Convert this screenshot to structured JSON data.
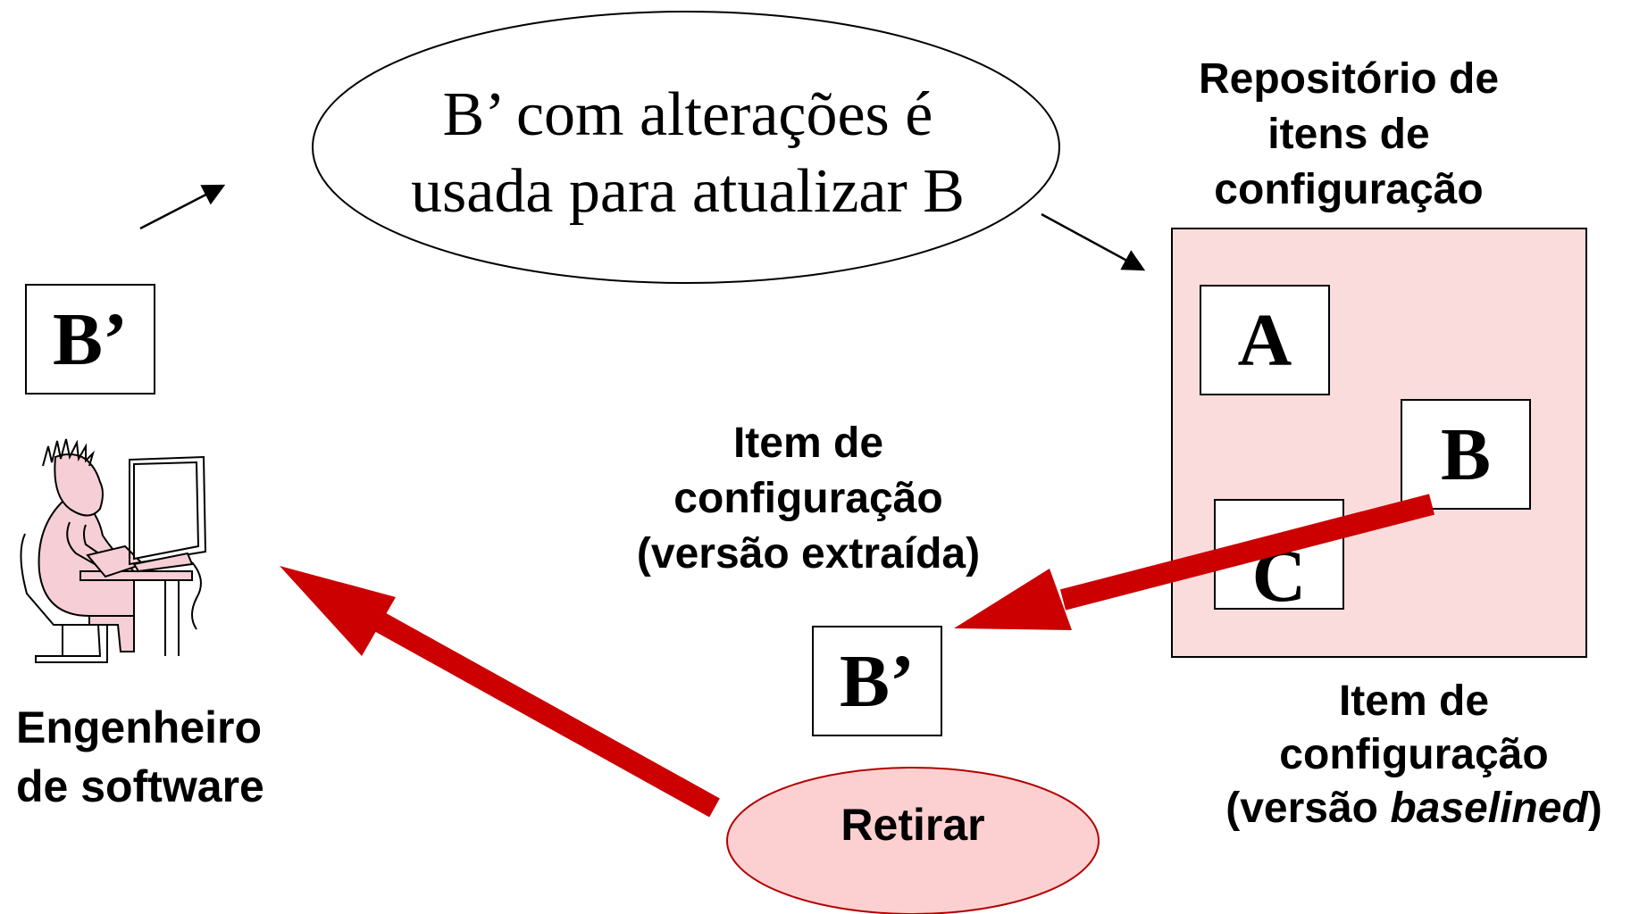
{
  "callout": {
    "line1": "B’ com alterações é",
    "line2": "usada para atualizar B"
  },
  "repository": {
    "title_line1": "Repositório de",
    "title_line2": "itens de",
    "title_line3": "configuração",
    "items": [
      "A",
      "B",
      "C"
    ]
  },
  "engineer": {
    "box_label": "B’",
    "label_line1": "Engenheiro",
    "label_line2": "de software"
  },
  "extracted": {
    "box_label": "B’",
    "label_line1": "Item de",
    "label_line2": "configuração",
    "label_line3": "(versão extraída)"
  },
  "baselined": {
    "label_line1": "Item de",
    "label_line2": "configuração",
    "label_prefix": "(versão ",
    "label_italic": "baselined",
    "label_suffix": ")"
  },
  "checkout": {
    "label": "Retirar"
  },
  "colors": {
    "arrow_red": "#cc0000",
    "repository_fill": "#fbdcdc",
    "oval_fill": "#fcd0d0",
    "oval_stroke": "#b30000",
    "figure_fill": "#f5cfd5"
  }
}
